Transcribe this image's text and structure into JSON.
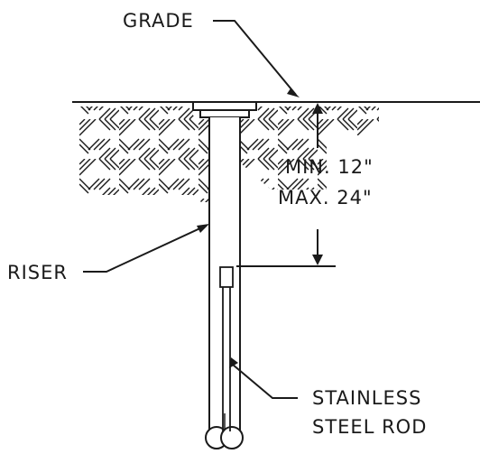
{
  "labels": {
    "grade": "GRADE",
    "min_depth": "MIN. 12\"",
    "max_depth": "MAX. 24\"",
    "riser": "RISER",
    "rod_line1": "STAINLESS",
    "rod_line2": "STEEL ROD"
  },
  "colors": {
    "line": "#1a1a1a",
    "background": "#ffffff"
  }
}
